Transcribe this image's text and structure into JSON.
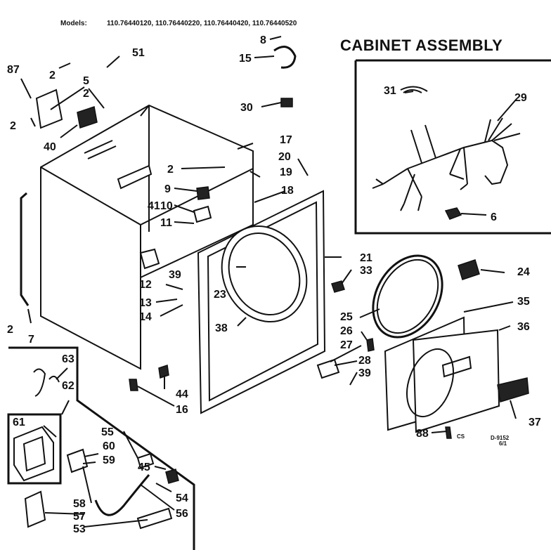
{
  "header": {
    "models_label": "Models:",
    "models": "110.76440120, 110.76440220, 110.76440420, 110.76440520"
  },
  "title": "CABINET ASSEMBLY",
  "drawing_code": "D-9152",
  "drawing_code_sub": "6/1",
  "cs_mark": "CS",
  "callouts": {
    "c87": "87",
    "c51": "51",
    "c2a": "2",
    "c5": "5",
    "c2b": "2",
    "c2c": "2",
    "c40": "40",
    "c8": "8",
    "c15": "15",
    "c30": "30",
    "c17": "17",
    "c20": "20",
    "c2d": "2",
    "c19": "19",
    "c18": "18",
    "c9": "9",
    "c41": "41",
    "c10": "10",
    "c11": "11",
    "c21": "21",
    "c33": "33",
    "c24": "24",
    "c35": "35",
    "c36": "36",
    "c12": "12",
    "c39a": "39",
    "c13": "13",
    "c14": "14",
    "c23": "23",
    "c38": "38",
    "c25": "25",
    "c26": "26",
    "c27": "27",
    "c28": "28",
    "c39b": "39",
    "c2e": "2",
    "c7": "7",
    "c44": "44",
    "c16": "16",
    "c37": "37",
    "c88": "88",
    "c31": "31",
    "c29": "29",
    "c6": "6",
    "c63": "63",
    "c62": "62",
    "c61": "61",
    "c55": "55",
    "c60": "60",
    "c59": "59",
    "c45": "45",
    "c54": "54",
    "c56": "56",
    "c58": "58",
    "c57": "57",
    "c53": "53"
  }
}
